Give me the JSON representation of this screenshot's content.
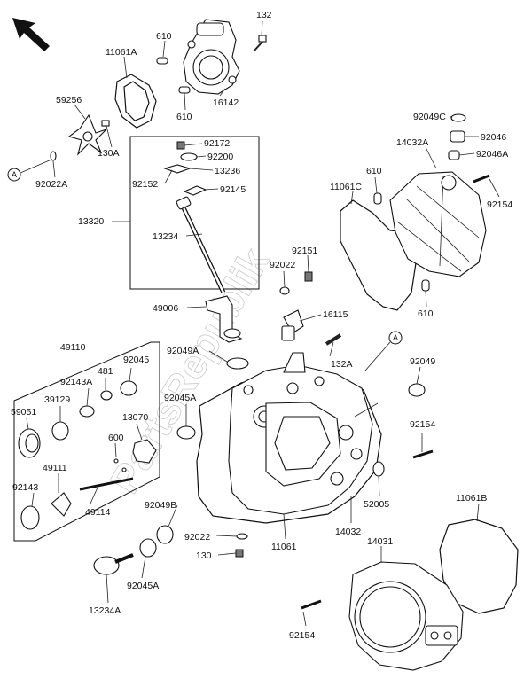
{
  "watermark": "PartsRepublik",
  "ref_marker": "A",
  "labels": {
    "l132": "132",
    "l610a": "610",
    "l11061a": "11061A",
    "l16142": "16142",
    "l610b": "610",
    "l59256": "59256",
    "l130a": "130A",
    "l92022a": "92022A",
    "l92172": "92172",
    "l92200": "92200",
    "l13236": "13236",
    "l92152": "92152",
    "l92145": "92145",
    "l13320": "13320",
    "l13234": "13234",
    "l49006": "49006",
    "l92049c": "92049C",
    "l92046": "92046",
    "l14032a": "14032A",
    "l92046a": "92046A",
    "l610c": "610",
    "l11061c": "11061C",
    "l92154a": "92154",
    "l92151": "92151",
    "l92022": "92022",
    "l16115": "16115",
    "l610d": "610",
    "l92049a": "92049A",
    "l132a": "132A",
    "l92049": "92049",
    "l49110": "49110",
    "l92045": "92045",
    "l481": "481",
    "l92143a": "92143A",
    "l39129": "39129",
    "l59051": "59051",
    "l13070": "13070",
    "l92045a_top": "92045A",
    "l600": "600",
    "l49111": "49111",
    "l92143": "92143",
    "l49114": "49114",
    "l92154b": "92154",
    "l52005": "52005",
    "l14032": "14032",
    "l11061b": "11061B",
    "l92049b": "92049B",
    "l92022b": "92022",
    "l11061": "11061",
    "l130": "130",
    "l92045a": "92045A",
    "l14031": "14031",
    "l13234a": "13234A",
    "l92154c": "92154"
  }
}
